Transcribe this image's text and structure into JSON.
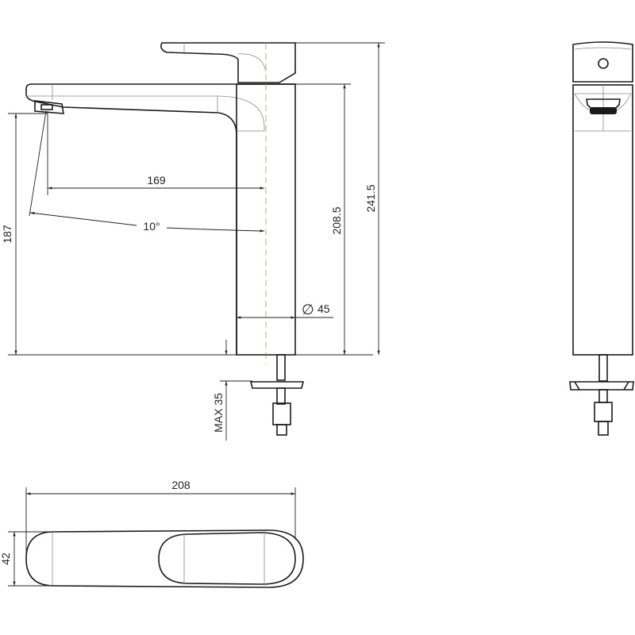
{
  "drawing": {
    "side_view": {
      "spout_reach": "169",
      "spout_angle": "10°",
      "spout_height": "187",
      "body_height": "208.5",
      "total_height": "241.5",
      "body_diameter": "45",
      "diameter_symbol": "∅",
      "max_deck_thickness": "MAX 35"
    },
    "top_view": {
      "length": "208",
      "width": "42"
    },
    "line_color": "#1a1a1a",
    "centerline_color": "#b8a898"
  }
}
